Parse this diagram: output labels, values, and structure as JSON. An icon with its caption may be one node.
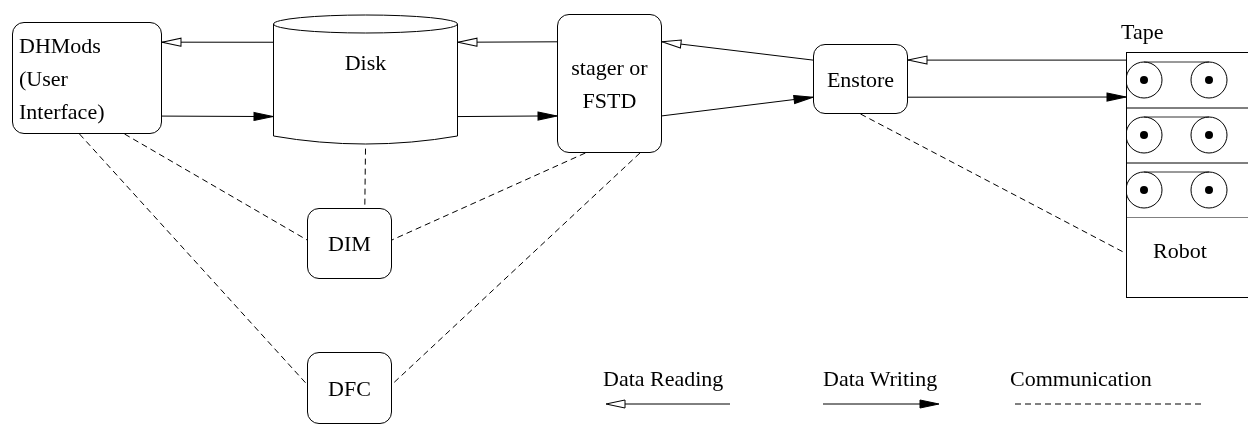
{
  "diagram": {
    "nodes": [
      {
        "text": [
          "DHMods (User Interface)"
        ]
      },
      {
        "text": [
          "Disk"
        ]
      },
      {
        "text": [
          "stager or FSTD"
        ]
      },
      {
        "text": [
          "Enstore"
        ]
      },
      {
        "text": [
          "Tape"
        ]
      },
      {
        "text": [
          "Robot"
        ],
        "in": 4
      },
      {
        "text": [
          "DIM"
        ]
      },
      {
        "text": [
          "DFC"
        ]
      }
    ],
    "edges": [
      {
        "from": 1,
        "to": 0,
        "arrow": "to"
      },
      {
        "from": 0,
        "to": 1,
        "arrow": "to"
      },
      {
        "from": 2,
        "to": 1,
        "arrow": "to"
      },
      {
        "from": 1,
        "to": 2,
        "arrow": "to"
      },
      {
        "from": 3,
        "to": 2,
        "arrow": "to"
      },
      {
        "from": 2,
        "to": 3,
        "arrow": "to"
      },
      {
        "from": 4,
        "to": 3,
        "arrow": "to"
      },
      {
        "from": 3,
        "to": 4,
        "arrow": "to"
      },
      {
        "from": 0,
        "to": 6,
        "arrow": "none",
        "style": "dashed"
      },
      {
        "from": 0,
        "to": 7,
        "arrow": "none",
        "style": "dashed"
      },
      {
        "from": 1,
        "to": 6,
        "arrow": "none",
        "style": "dashed"
      },
      {
        "from": 2,
        "to": 6,
        "arrow": "none",
        "style": "dashed"
      },
      {
        "from": 2,
        "to": 7,
        "arrow": "none",
        "style": "dashed"
      },
      {
        "from": 3,
        "to": 5,
        "arrow": "none",
        "style": "dashed"
      }
    ],
    "legend": [
      {
        "text": "Data Reading"
      },
      {
        "text": "Data Writing"
      },
      {
        "text": "Communication"
      }
    ]
  }
}
